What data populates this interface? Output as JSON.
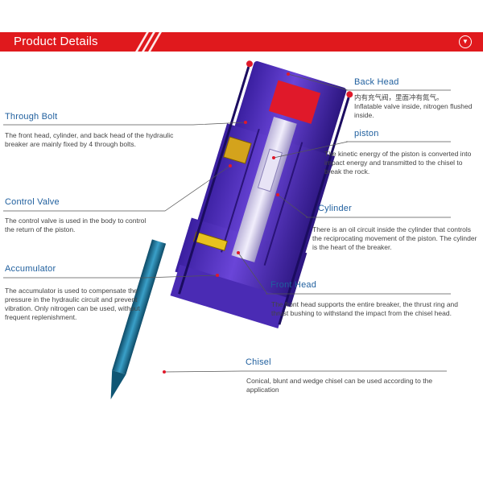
{
  "header": {
    "title": "Product Details",
    "toggle_icon": "chevron-down-icon"
  },
  "parts": {
    "back_head": {
      "label": "Back Head",
      "desc_cn": "内有充气阀，里面冲有氮气。",
      "desc": "Inflatable valve inside, nitrogen flushed inside."
    },
    "through_bolt": {
      "label": "Through  Bolt",
      "desc": "The front head, cylinder, and back head of the hydraulic breaker are mainly fixed by 4 through bolts."
    },
    "piston": {
      "label": "piston",
      "desc": "The kinetic  energy of the piston is converted into impact energy and transmitted to the chisel to break the rock."
    },
    "control_valve": {
      "label": "Control  Valve",
      "desc": "The control valve is used in the body to control the return of the piston."
    },
    "cylinder": {
      "label": "Cylinder",
      "desc": "There is an oil circuit inside the cylinder that controls the reciprocating movement of the piston. The cylinder is the heart of the breaker."
    },
    "accumulator": {
      "label": "Accumulator",
      "desc": "The accumulator is used to compensate the pressure in the hydraulic circuit and prevent vibration. Only nitrogen can be used, without frequent replenishment."
    },
    "front_head": {
      "label": "Front  Head",
      "desc": "The front head supports the entire breaker, the thrust ring and thrust bushing to withstand the impact from the chisel head."
    },
    "chisel": {
      "label": "Chisel",
      "desc": "Conical, blunt and wedge chisel can be used according to the application"
    }
  },
  "colors": {
    "banner": "#e0191d",
    "label": "#1f5f9e",
    "body": "#5b2fc4",
    "chisel": "#1a6a8a"
  }
}
